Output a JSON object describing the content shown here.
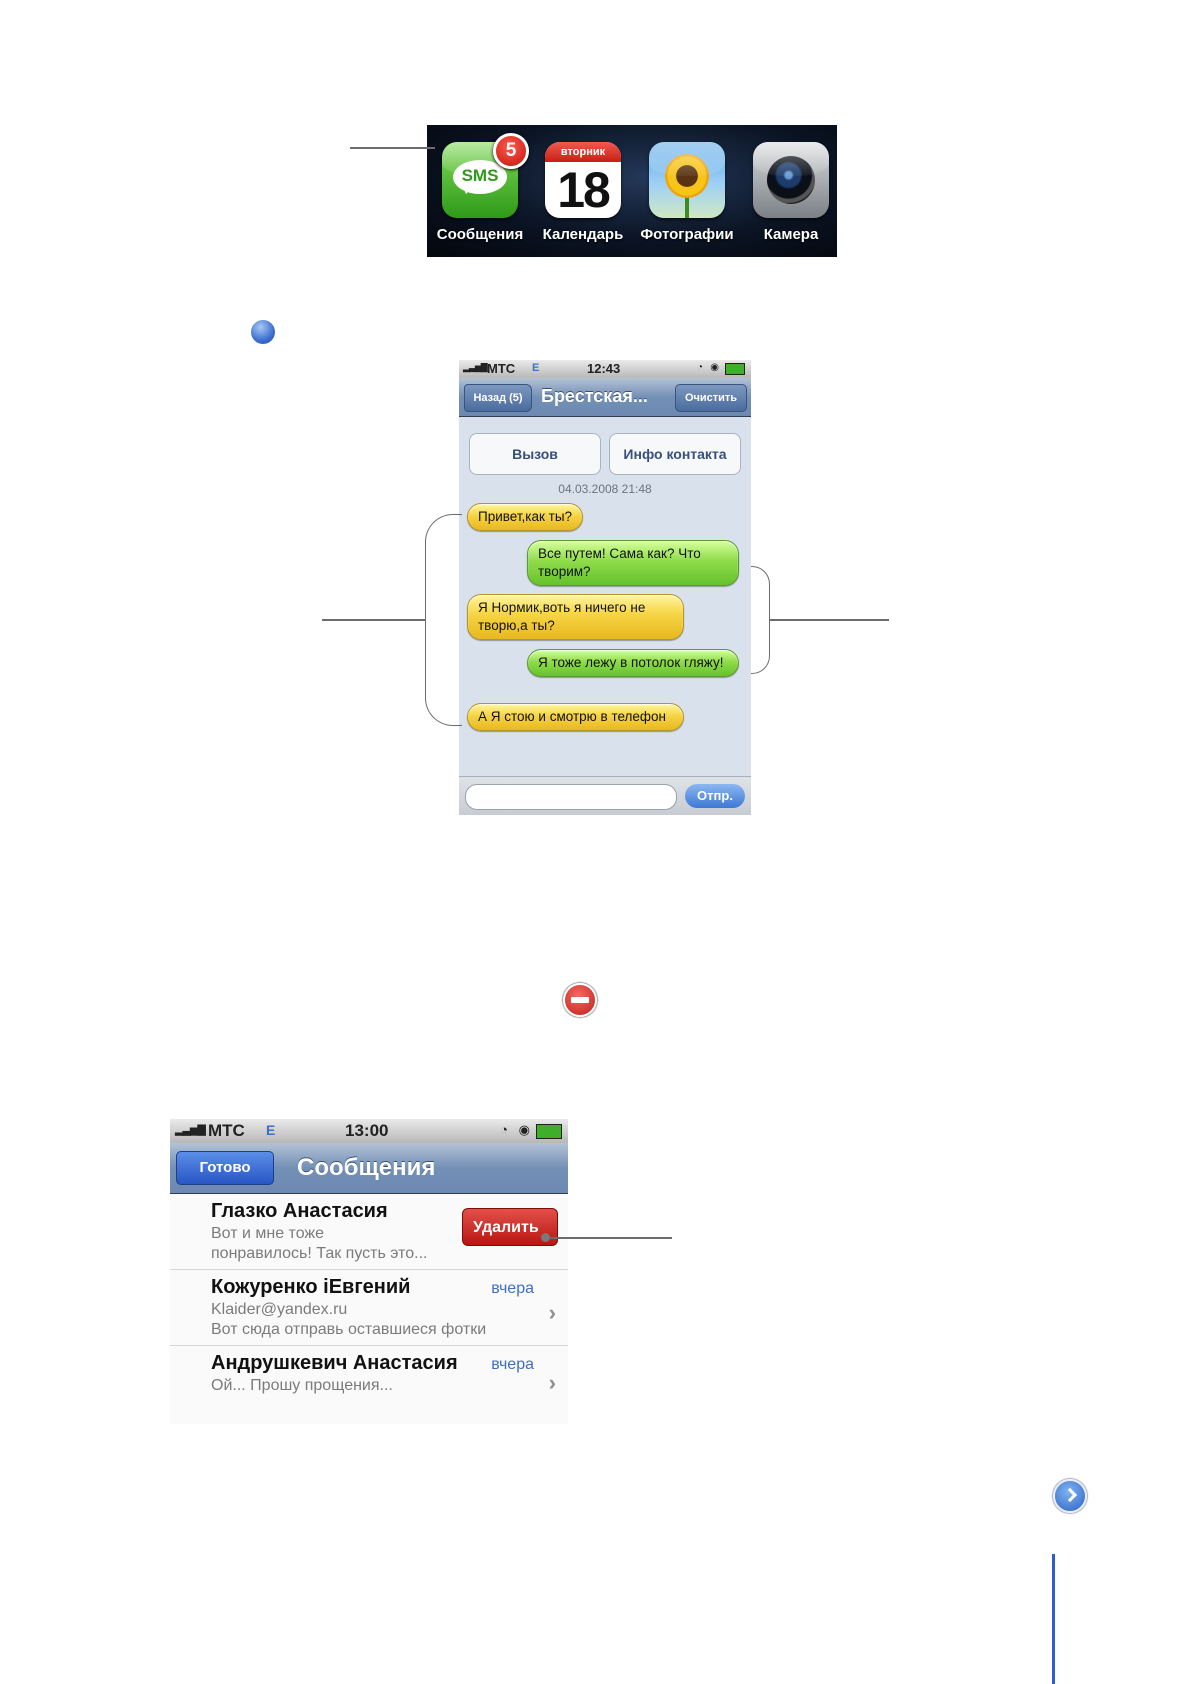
{
  "dock": {
    "apps": [
      {
        "label": "Сообщения",
        "icon": "sms-icon",
        "icon_text": "SMS",
        "badge": "5"
      },
      {
        "label": "Календарь",
        "icon": "calendar-icon",
        "weekday": "вторник",
        "day": "18"
      },
      {
        "label": "Фотографии",
        "icon": "sunflower-photos-icon"
      },
      {
        "label": "Камера",
        "icon": "camera-icon"
      }
    ]
  },
  "thread": {
    "status": {
      "carrier": "МТС",
      "time": "12:43"
    },
    "nav": {
      "back": "Назад (5)",
      "title": "Брестская...",
      "clear": "Очистить"
    },
    "actions": {
      "call": "Вызов",
      "contact_info": "Инфо контакта"
    },
    "timestamp": "04.03.2008 21:48",
    "messages": [
      {
        "side": "in",
        "text": "Привет,как ты?"
      },
      {
        "side": "out",
        "text": "Все путем! Сама как? Что творим?"
      },
      {
        "side": "in",
        "text": "Я Нормик,воть я ничего не творю,а ты?"
      },
      {
        "side": "out",
        "text": "Я тоже лежу в потолок гляжу!"
      },
      {
        "side": "in",
        "text": "А Я стою и смотрю в телефон"
      }
    ],
    "compose": {
      "input_value": "",
      "send": "Отпр."
    }
  },
  "list": {
    "status": {
      "carrier": "МТС",
      "time": "13:00"
    },
    "nav": {
      "done": "Готово",
      "title": "Сообщения"
    },
    "rows": [
      {
        "name": "Глазко Анастасия",
        "line1": "Вот и мне тоже",
        "line2": "понравилось! Так пусть это...",
        "delete": "Удалить"
      },
      {
        "name": "Кожуренко iЕвгений",
        "when": "вчера",
        "line1": "Klaider@yandex.ru",
        "line2": "Вот сюда отправь оставшиеся фотки"
      },
      {
        "name": "Андрушкевич Анастасия",
        "when": "вчера",
        "line1": "Ой... Прошу прощения..."
      }
    ]
  },
  "colors": {
    "incoming_bubble": "#f6d442",
    "outgoing_bubble": "#8fdc4a",
    "nav_blue": "#6d89b1",
    "delete_red": "#c4201a",
    "rule_blue": "#2e5bd0"
  }
}
